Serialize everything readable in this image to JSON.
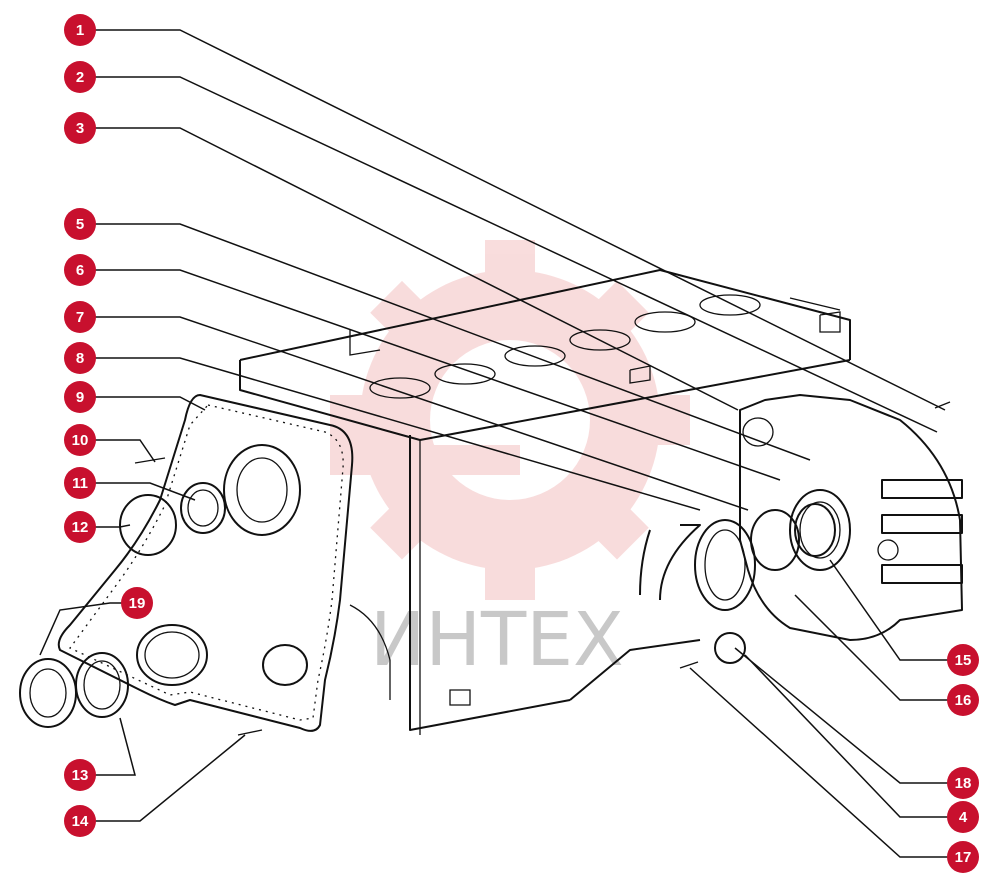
{
  "watermark": {
    "text": "ИНТЕХ",
    "color": "#c8c8c8",
    "logo_color": "#f5c6c6"
  },
  "callouts": {
    "color": "#c8102e",
    "items": [
      {
        "label": "1"
      },
      {
        "label": "2"
      },
      {
        "label": "3"
      },
      {
        "label": "5"
      },
      {
        "label": "6"
      },
      {
        "label": "7"
      },
      {
        "label": "8"
      },
      {
        "label": "9"
      },
      {
        "label": "10"
      },
      {
        "label": "11"
      },
      {
        "label": "12"
      },
      {
        "label": "19"
      },
      {
        "label": "13"
      },
      {
        "label": "14"
      },
      {
        "label": "15"
      },
      {
        "label": "16"
      },
      {
        "label": "18"
      },
      {
        "label": "4"
      },
      {
        "label": "17"
      }
    ]
  }
}
